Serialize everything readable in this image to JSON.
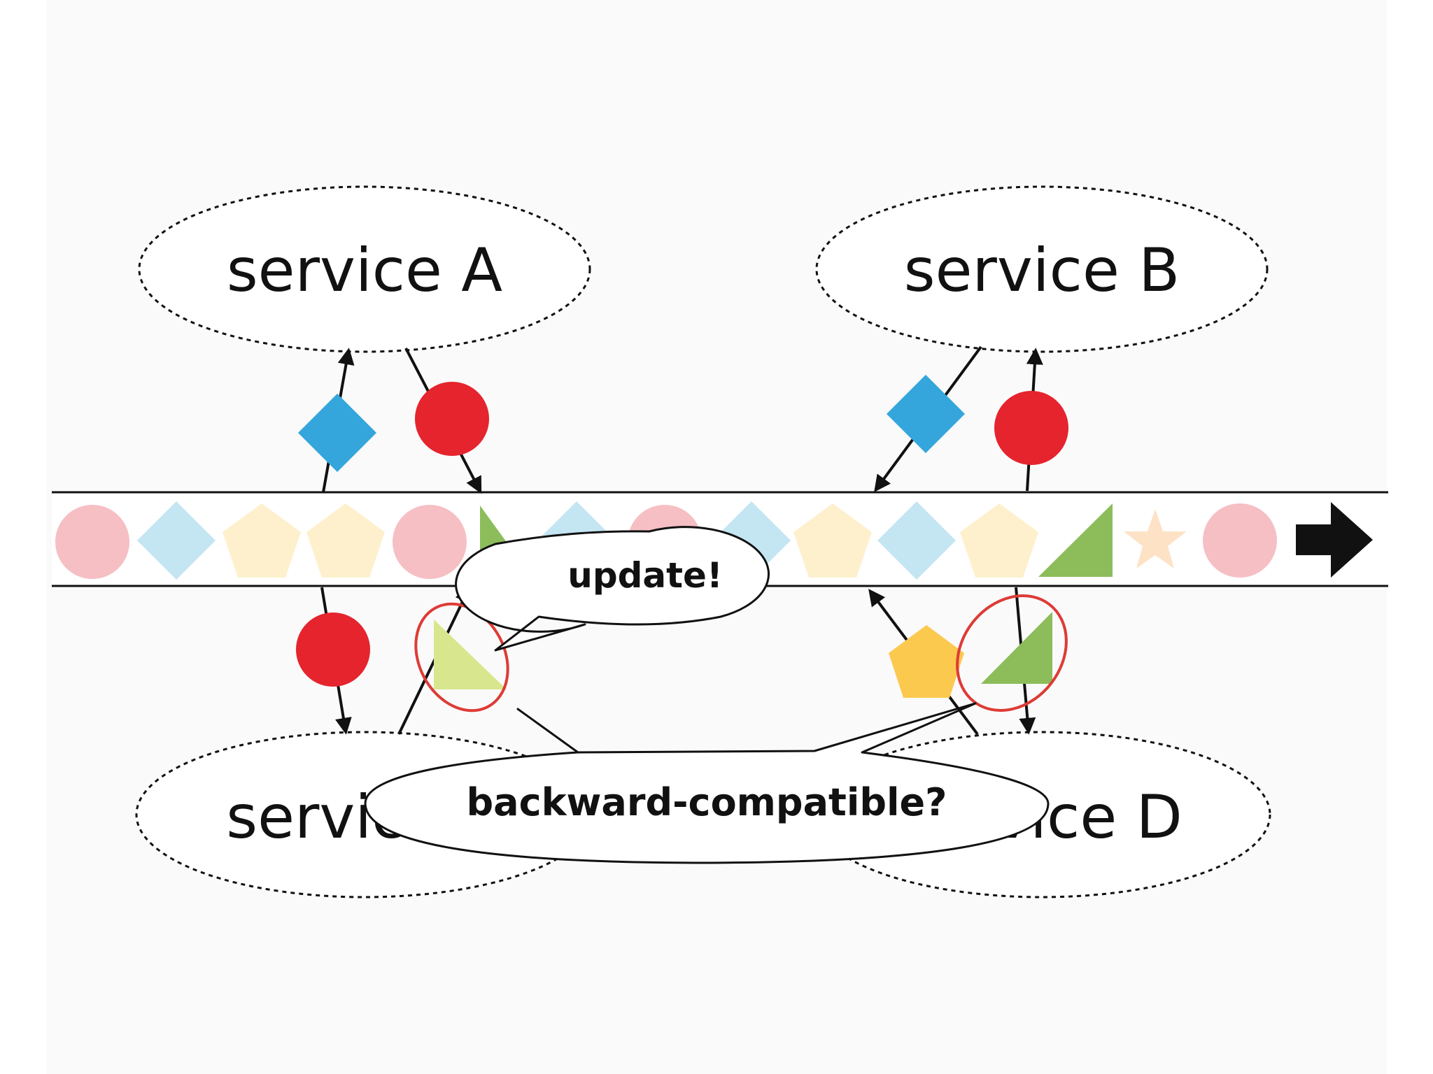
{
  "services": {
    "a": "service A",
    "b": "service B",
    "c": "service C",
    "d": "service D"
  },
  "bubbles": {
    "update": "update!",
    "backward": "backward-compatible?"
  },
  "colors": {
    "red": "#e5242e",
    "blue": "#34a6dc",
    "yellow": "#fcc94f",
    "green": "#8cbd5a",
    "light_green": "#d8e78d",
    "faded_red": "#f6bfc4",
    "faded_blue": "#c4e5f2",
    "faded_yellow": "#fef0cd",
    "faded_orange": "#fde2c6",
    "highlight_ring": "#de3b35",
    "line": "#111111",
    "background_band": "#fafafa"
  }
}
